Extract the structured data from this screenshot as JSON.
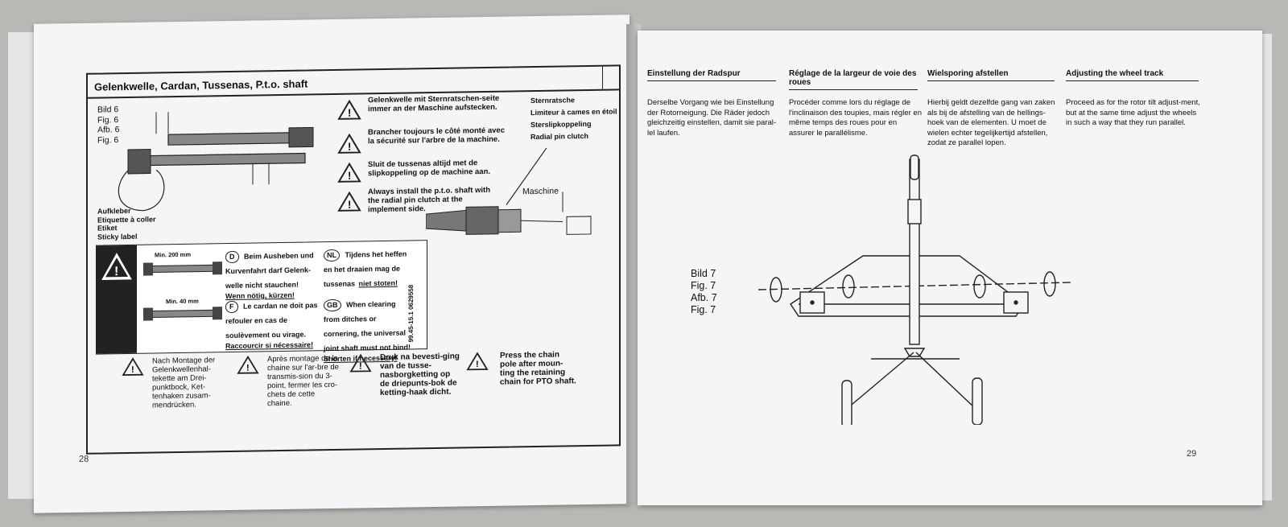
{
  "left_page": {
    "section_title": "Gelenkwelle, Cardan, Tussenas, P.t.o. shaft",
    "fig_labels": [
      "Bild 6",
      "Fig. 6",
      "Afb. 6",
      "Fig. 6"
    ],
    "sticker_labels": [
      "Aufkleber",
      "Etiquette à coller",
      "Etiket",
      "Sticky label"
    ],
    "warnings": [
      "Gelenkwelle mit Sternratschen-seite immer an der Maschine aufstecken.",
      "Brancher toujours le côté monté avec la sécurité sur l'arbre de la machine.",
      "Sluit de tussenas altijd met de slipkoppeling op de machine aan.",
      "Always install the p.t.o. shaft with the radial pin clutch at the implement side."
    ],
    "clutch_labels": [
      "Sternratsche",
      "Limiteur à cames en étoil",
      "Sterslipkoppeling",
      "Radial pin clutch"
    ],
    "machine_label": "Maschine",
    "sticker": {
      "min1": "Min. 200 mm",
      "min2": "Min. 40 mm",
      "code": "99.45-15.1 0629558",
      "D_badge": "D",
      "D_text": "Beim Ausheben und Kurvenfahrt darf Gelenk-welle nicht stauchen!",
      "D_link": "Wenn nötig, kürzen!",
      "NL_badge": "NL",
      "NL_text": "Tijdens het heffen en het draaien mag de tussenas",
      "NL_link": "niet stoten!",
      "F_badge": "F",
      "F_text": "Le cardan ne doit pas refouler en cas de soulèvement ou virage.",
      "F_link": "Raccourcir si nécessaire!",
      "GB_badge": "GB",
      "GB_text": "When clearing from ditches or cornering, the universal joint shaft must not bind!",
      "GB_link": "Shorten if necessary!"
    },
    "bottom_notes": [
      "Nach Montage der Gelenkwellenhal-tekette am Drei-punktbock, Ket-tenhaken zusam-mendrücken.",
      "Après montage de la chaine sur l'ar-bre de transmis-sion du 3-point, fermer les cro-chets de cette chaine.",
      "Druk na bevesti-ging van de tusse-nasborgketting op de driepunts-bok de ketting-haak dicht.",
      "Press the chain pole after moun-ting the retaining chain for PTO shaft."
    ],
    "page_number": "28"
  },
  "right_page": {
    "columns": [
      {
        "heading": "Einstellung der Radspur",
        "body": "Derselbe Vorgang wie bei Einstellung der Rotorneigung. Die Räder jedoch gleichzeitig einstellen, damit sie paral-lel laufen."
      },
      {
        "heading": "Réglage de la largeur de voie des roues",
        "body": "Procéder comme lors du réglage de l'inclinaison des toupies, mais régler en même temps des roues pour en assurer le parallélisme."
      },
      {
        "heading": "Wielsporing afstellen",
        "body": "Hierbij geldt dezelfde gang van zaken als bij de afstelling van de hellings-hoek van de elementen. U moet de wielen echter tegelijkertijd afstellen, zodat ze parallel lopen."
      },
      {
        "heading": "Adjusting the wheel track",
        "body": "Proceed as for the rotor tilt adjust-ment, but at the same time adjust the wheels in such a way that they run parallel."
      }
    ],
    "fig_labels": [
      "Bild 7",
      "Fig. 7",
      "Afb. 7",
      "Fig. 7"
    ],
    "page_number": "29"
  }
}
